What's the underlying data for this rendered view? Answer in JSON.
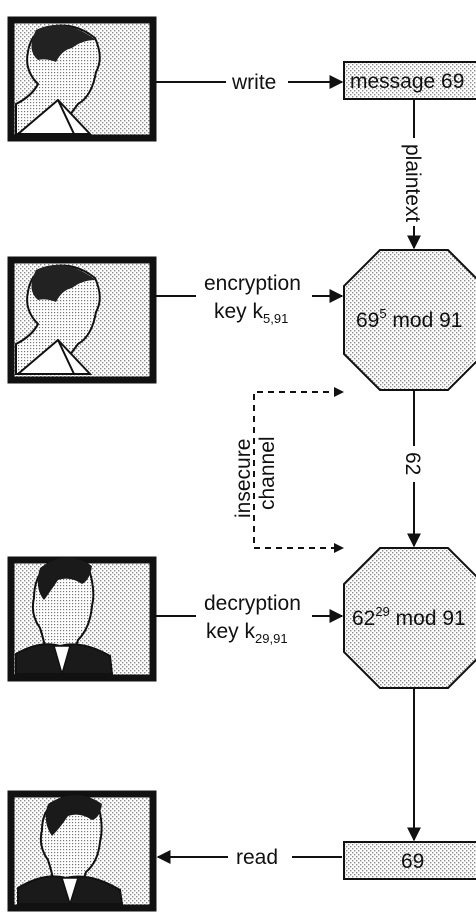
{
  "colors": {
    "stroke": "#111111",
    "stipple": "#9a9a9a",
    "face": "#ffffff",
    "suit": "#1a1a1a"
  },
  "arrows": {
    "write": "write",
    "plaintext": "plaintext",
    "encryption_line1": "encryption",
    "encryption_key_prefix": "key k",
    "encryption_key_sub": "5,91",
    "insecure_line1": "insecure",
    "insecure_line2": "channel",
    "ciphertext": "62",
    "decryption_line1": "decryption",
    "decryption_key_prefix": "key k",
    "decryption_key_sub": "29,91",
    "read": "read"
  },
  "nodes": {
    "message_box": "message 69",
    "encrypt_base": "69",
    "encrypt_exp": "5",
    "encrypt_rest": " mod 91",
    "decrypt_base": "62",
    "decrypt_exp": "29",
    "decrypt_rest": " mod 91",
    "result_box": "69"
  },
  "icons": {
    "sender_1": "person-portrait-icon",
    "sender_2": "person-portrait-icon",
    "receiver_1": "person-portrait-icon",
    "receiver_2": "person-portrait-icon"
  }
}
